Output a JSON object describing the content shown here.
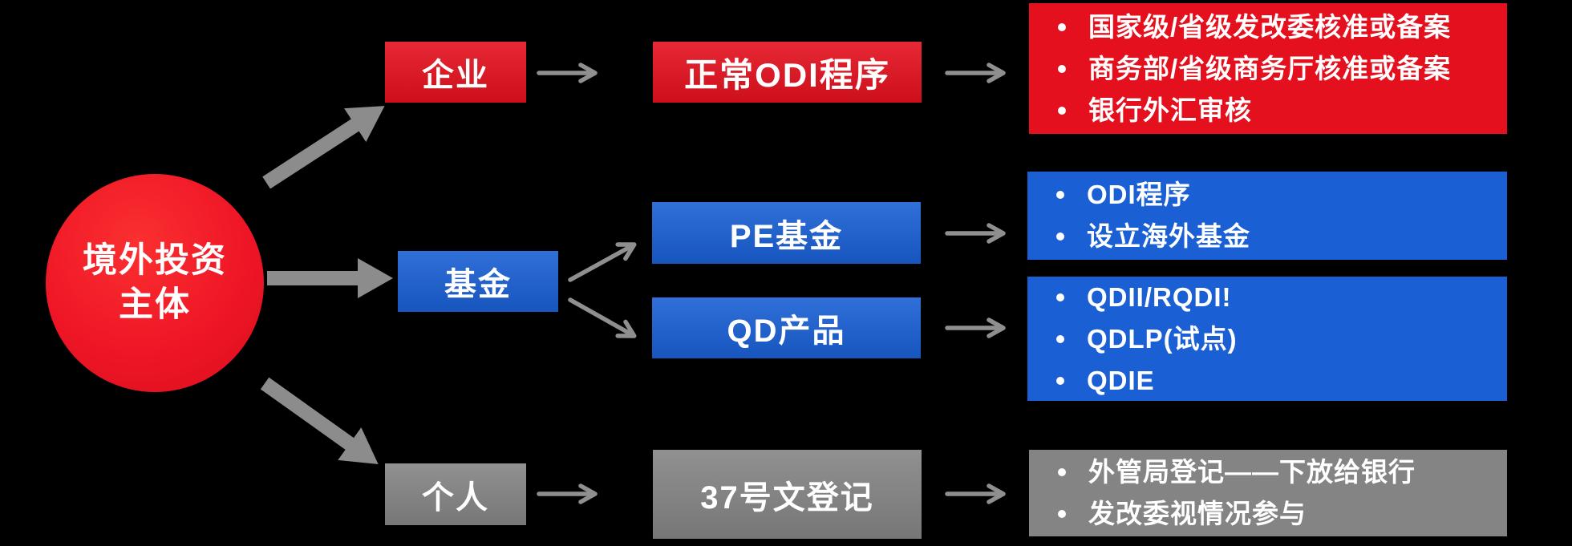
{
  "root_node": {
    "line1": "境外投资",
    "line2": "主体"
  },
  "branches": [
    {
      "id": "enterprise",
      "node": "企业",
      "process": "正常ODI程序",
      "outcomes": [
        "国家级/省级发改委核准或备案",
        "商务部/省级商务厅核准或备案",
        "银行外汇审核"
      ]
    },
    {
      "id": "fund",
      "node": "基金",
      "sub_branches": [
        {
          "process": "PE基金",
          "outcomes": [
            "ODI程序",
            "设立海外基金"
          ]
        },
        {
          "process": "QD产品",
          "outcomes": [
            "QDII/RQDI!",
            "QDLP(试点)",
            "QDIE"
          ]
        }
      ]
    },
    {
      "id": "individual",
      "node": "个人",
      "process": "37号文登记",
      "outcomes": [
        "外管局登记——下放给银行",
        "发改委视情况参与"
      ]
    }
  ],
  "colors": {
    "enterprise": "#e4101e",
    "fund": "#1a5fd4",
    "individual": "#848484",
    "arrow": "#8c8c8c",
    "text": "#ffffff",
    "background": "#000000"
  }
}
